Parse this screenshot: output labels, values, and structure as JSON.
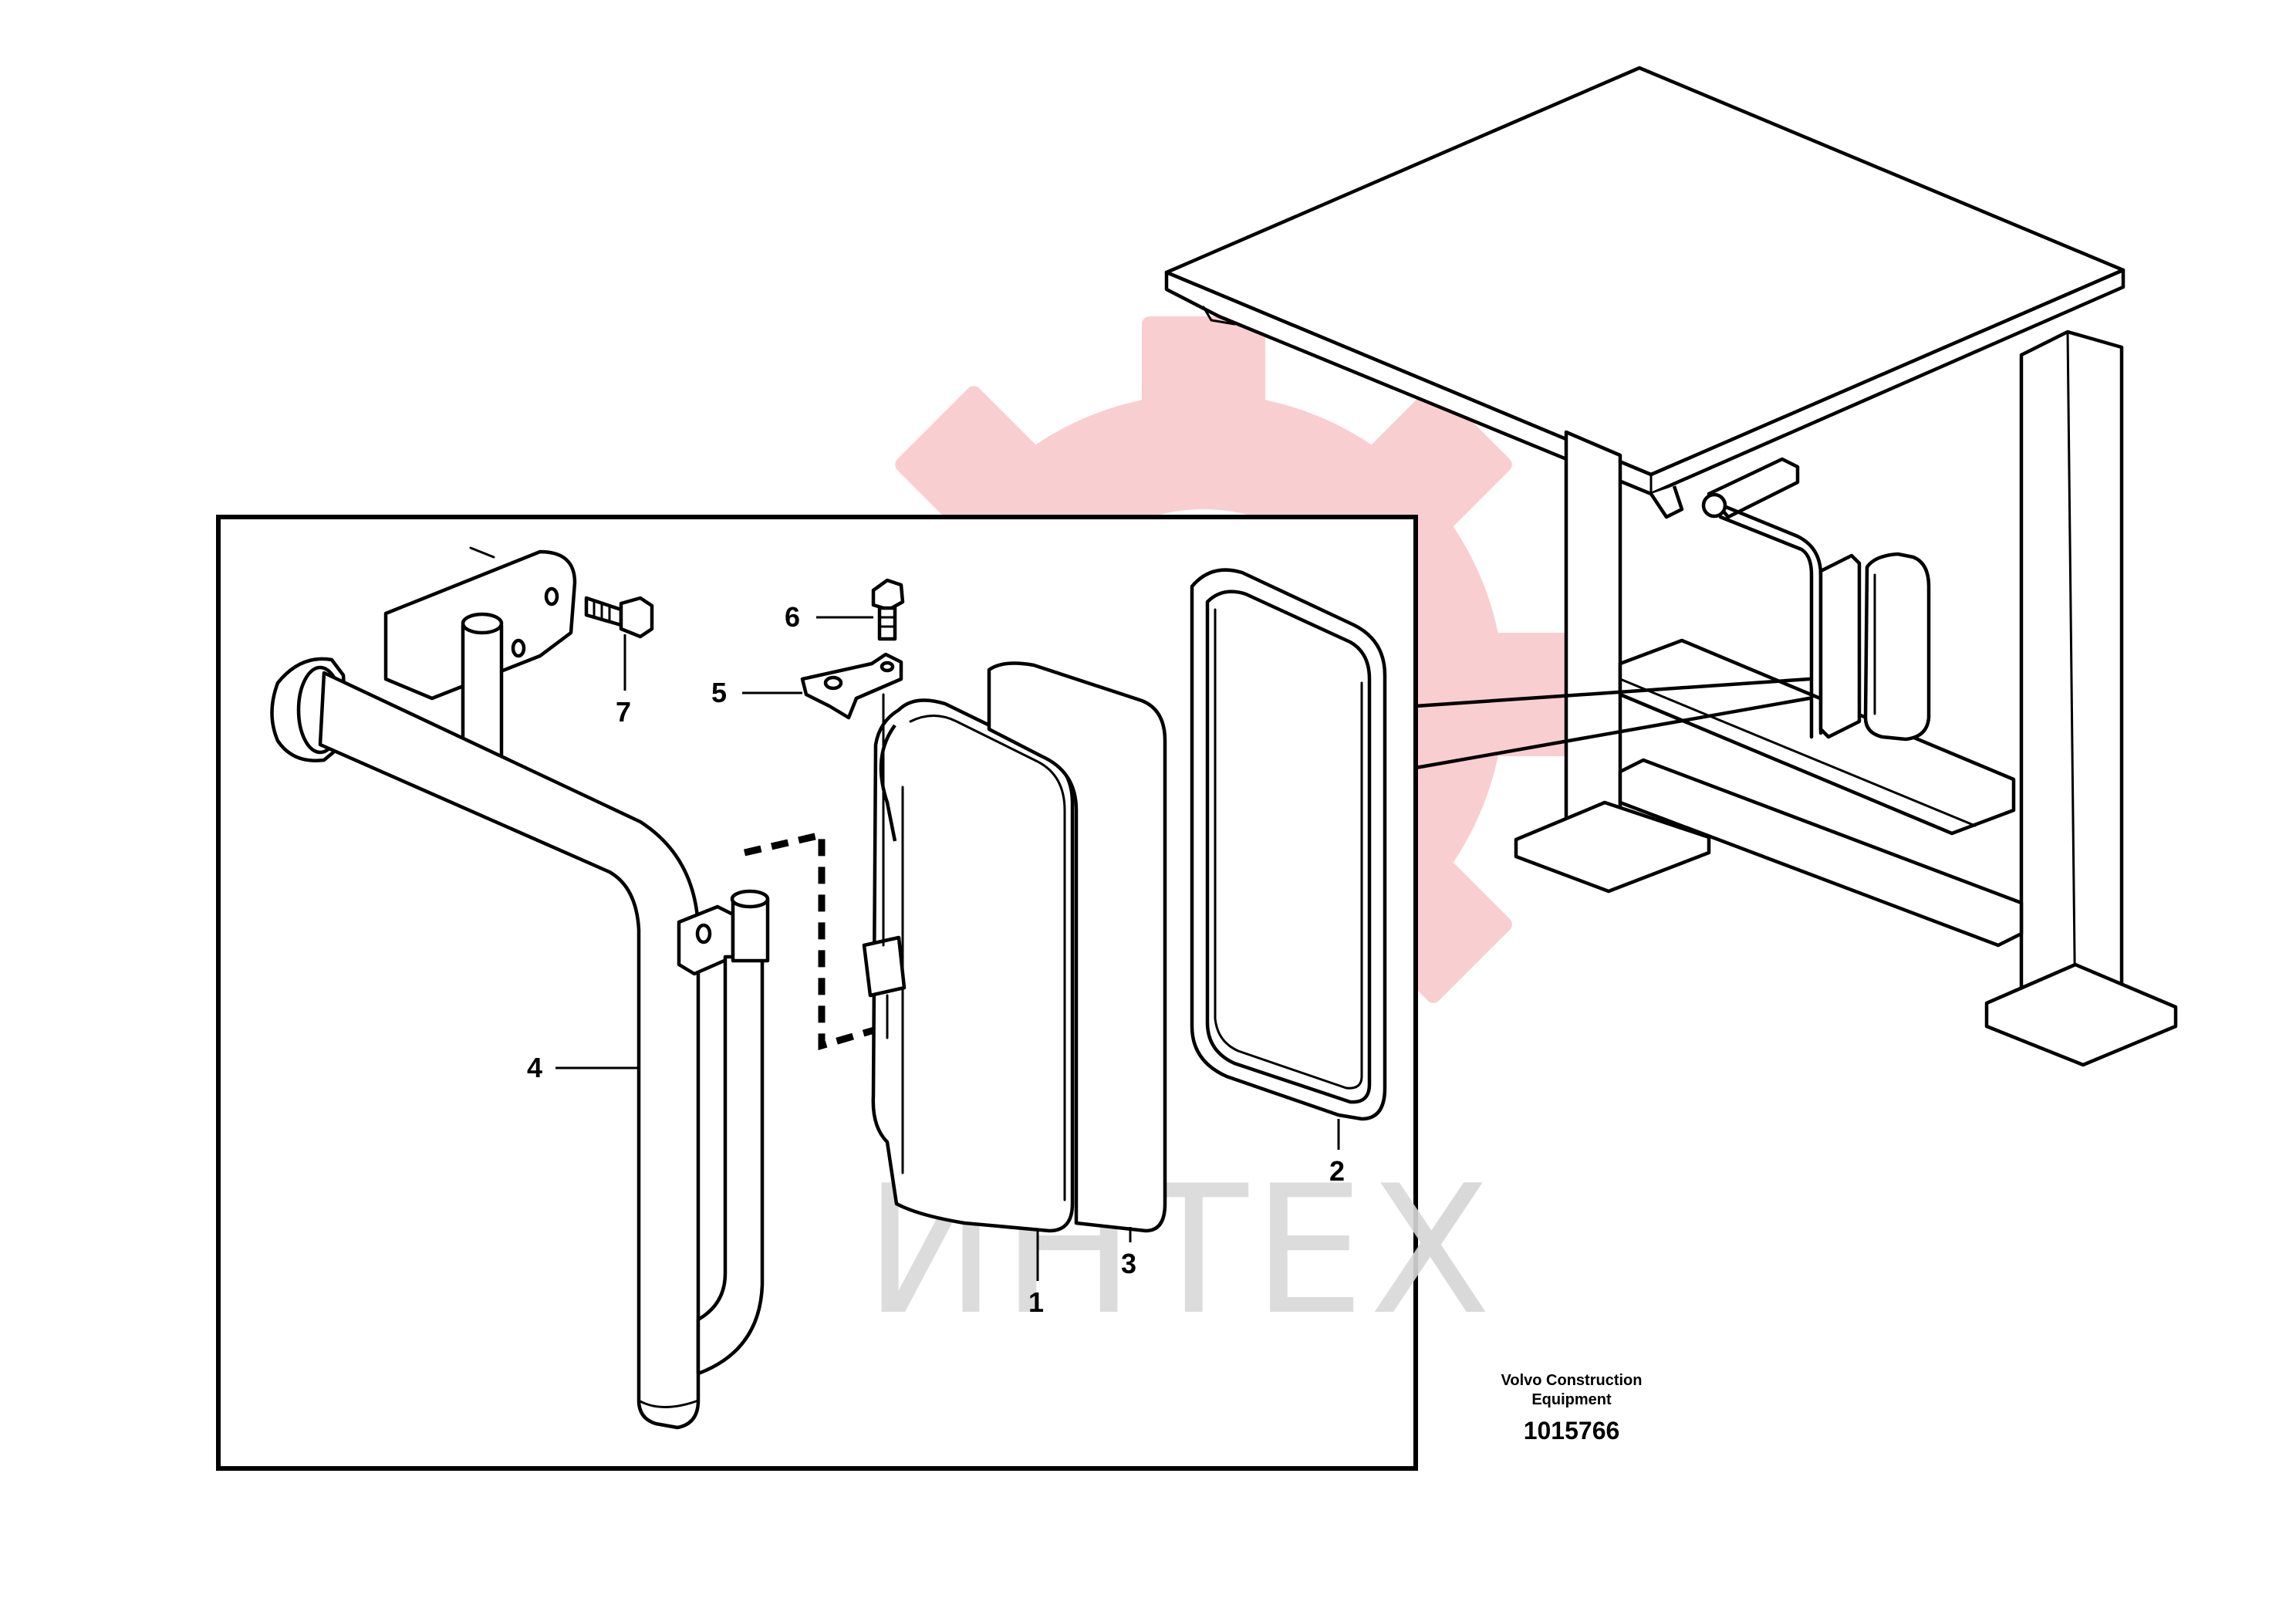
{
  "callouts": [
    {
      "id": "1",
      "label": "1"
    },
    {
      "id": "2",
      "label": "2"
    },
    {
      "id": "3",
      "label": "3"
    },
    {
      "id": "4",
      "label": "4"
    },
    {
      "id": "5",
      "label": "5"
    },
    {
      "id": "6",
      "label": "6"
    },
    {
      "id": "7",
      "label": "7"
    }
  ],
  "footer": {
    "brand_line1": "Volvo Construction",
    "brand_line2": "Equipment",
    "doc_number": "1015766"
  },
  "watermark": {
    "text": "ИНТЕХ",
    "logo": "gear-logo",
    "color": "#f4a6ac"
  }
}
